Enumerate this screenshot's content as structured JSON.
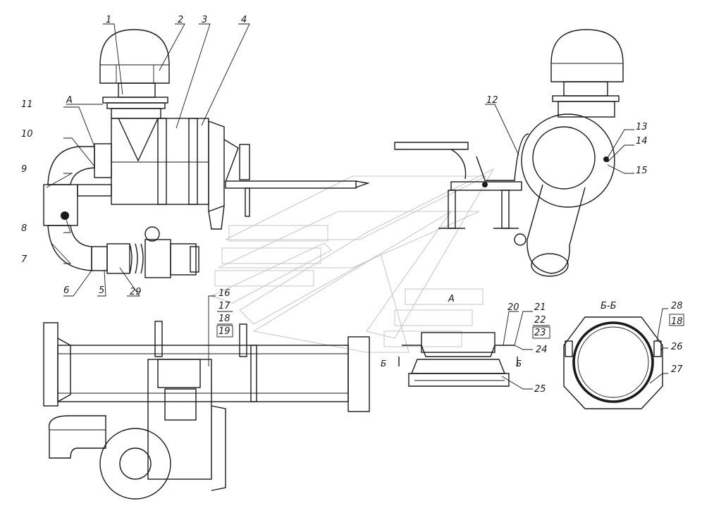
{
  "callouts": [
    {
      "id": "c1",
      "text": "1"
    },
    {
      "id": "c2",
      "text": "2"
    },
    {
      "id": "c3",
      "text": "3"
    },
    {
      "id": "c4",
      "text": "4"
    },
    {
      "id": "c5",
      "text": "5"
    },
    {
      "id": "c6",
      "text": "6"
    },
    {
      "id": "c7",
      "text": "7"
    },
    {
      "id": "c8",
      "text": "8"
    },
    {
      "id": "c9",
      "text": "9"
    },
    {
      "id": "c10",
      "text": "10"
    },
    {
      "id": "c11",
      "text": "11"
    },
    {
      "id": "c12",
      "text": "12"
    },
    {
      "id": "c13",
      "text": "13"
    },
    {
      "id": "c14",
      "text": "14"
    },
    {
      "id": "c15",
      "text": "15"
    },
    {
      "id": "c16",
      "text": "16"
    },
    {
      "id": "c17",
      "text": "17"
    },
    {
      "id": "c18",
      "text": "18"
    },
    {
      "id": "c19",
      "text": "19"
    },
    {
      "id": "c20",
      "text": "20"
    },
    {
      "id": "c21",
      "text": "21"
    },
    {
      "id": "c22",
      "text": "22"
    },
    {
      "id": "c23",
      "text": "23"
    },
    {
      "id": "c24",
      "text": "24"
    },
    {
      "id": "c25",
      "text": "25"
    },
    {
      "id": "c26",
      "text": "26"
    },
    {
      "id": "c27",
      "text": "27"
    },
    {
      "id": "c28",
      "text": "28"
    },
    {
      "id": "c18b",
      "text": "18"
    },
    {
      "id": "c29",
      "text": "29"
    }
  ],
  "view_labels": {
    "view_a_top": "A",
    "view_a_detail": "А",
    "section_title": "Б-Б",
    "section_mark_left": "Б",
    "section_mark_right": "Б"
  }
}
